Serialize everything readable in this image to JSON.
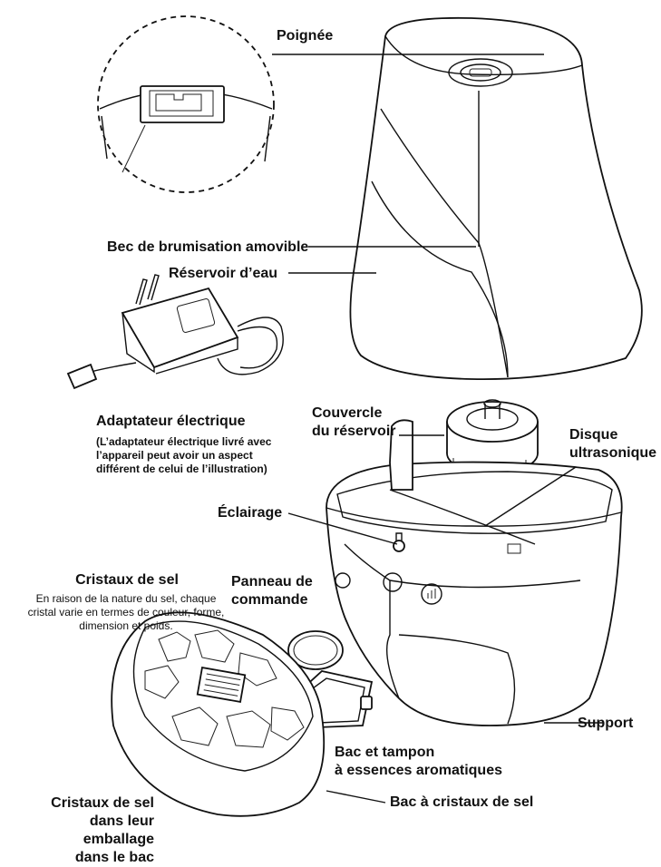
{
  "labels": {
    "poignee": "Poignée",
    "bec": "Bec de brumisation amovible",
    "reservoir": "Réservoir d’eau",
    "adaptateur_title": "Adaptateur électrique",
    "adaptateur_note": [
      "(L’adaptateur électrique livré avec",
      "l’appareil peut avoir un aspect",
      "différent de celui de l’illustration)"
    ],
    "couvercle": [
      "Couvercle",
      "du réservoir"
    ],
    "disque": [
      "Disque",
      "ultrasonique"
    ],
    "eclairage": "Éclairage",
    "cristaux_title": "Cristaux de sel",
    "cristaux_note": [
      "En raison de la nature du sel, chaque",
      "cristal varie en termes de couleur, forme,",
      "dimension et poids."
    ],
    "panneau": [
      "Panneau de",
      "commande"
    ],
    "support": "Support",
    "bac_tampon": [
      "Bac et tampon",
      "à essences aromatiques"
    ],
    "bac_cristaux": "Bac à cristaux de sel",
    "cristaux_emballage": [
      "Cristaux de sel",
      "dans leur",
      "emballage",
      "dans le bac"
    ]
  }
}
